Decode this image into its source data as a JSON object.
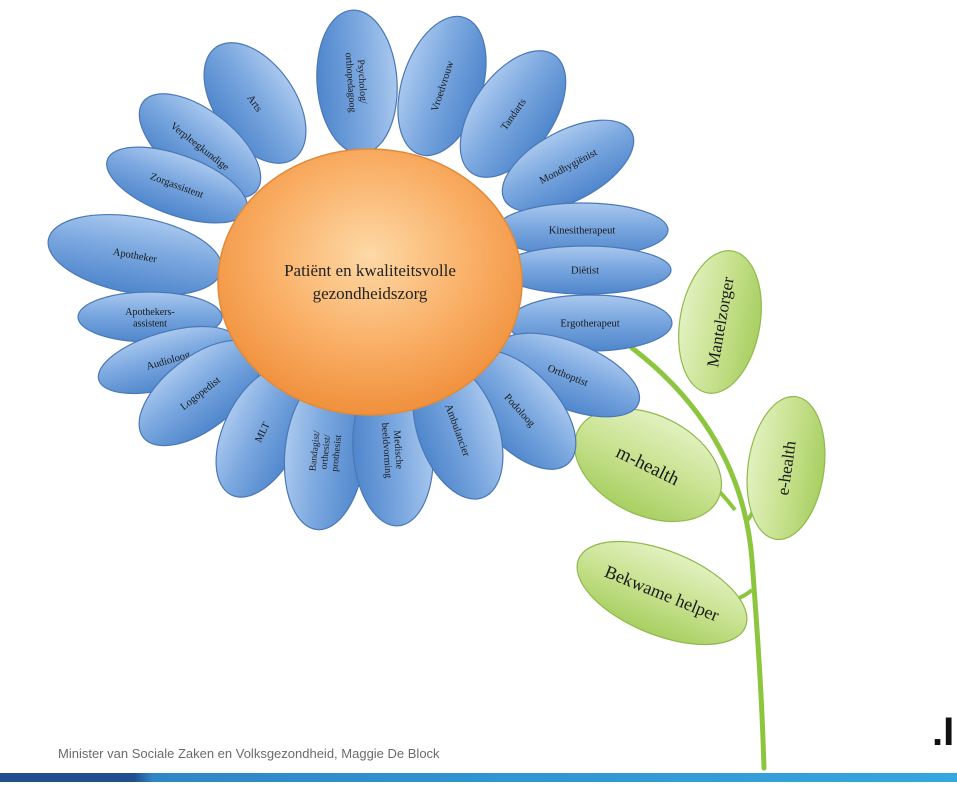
{
  "center": {
    "line1": "Patiënt en kwaliteitsvolle",
    "line2": "gezondheidszorg"
  },
  "petals": [
    {
      "lines": [
        "Psycholog/",
        "orthopedagoog"
      ]
    },
    {
      "lines": [
        "Vroedvrouw"
      ]
    },
    {
      "lines": [
        "Tandarts"
      ]
    },
    {
      "lines": [
        "Mondhygiënist"
      ]
    },
    {
      "lines": [
        "Kinesitherapeut"
      ]
    },
    {
      "lines": [
        "Diëtist"
      ]
    },
    {
      "lines": [
        "Ergotherapeut"
      ]
    },
    {
      "lines": [
        "Orthoptist"
      ]
    },
    {
      "lines": [
        "Podoloog"
      ]
    },
    {
      "lines": [
        "Ambulancier"
      ]
    },
    {
      "lines": [
        "Medische",
        "beeldvorming"
      ]
    },
    {
      "lines": [
        "Bandagist/",
        "orthesist/",
        "prothesist"
      ]
    },
    {
      "lines": [
        "MLT"
      ]
    },
    {
      "lines": [
        "Logopedist"
      ]
    },
    {
      "lines": [
        "Audioloog"
      ]
    },
    {
      "lines": [
        "Apothekers-",
        "assistent"
      ]
    },
    {
      "lines": [
        "Apotheker"
      ]
    },
    {
      "lines": [
        "Zorgassistent"
      ]
    },
    {
      "lines": [
        "Verpleegkundige"
      ]
    },
    {
      "lines": [
        "Arts"
      ]
    }
  ],
  "leaves": [
    {
      "label": "Mantelzorger"
    },
    {
      "label": "e-health"
    },
    {
      "label": "m-health"
    },
    {
      "label": "Bekwame helper"
    }
  ],
  "footer": {
    "text": "Minister van Sociale Zaken en Volksgezondheid, Maggie De Block"
  },
  "logo": {
    "text": ".I"
  },
  "colors": {
    "petal_fill": "#6f9fd8",
    "petal_stroke": "#4a78b5",
    "center_fill": "#f9a85a",
    "leaf_fill": "#c9e38f",
    "leaf_stroke": "#8fba4a",
    "stem": "#8cc63f"
  }
}
